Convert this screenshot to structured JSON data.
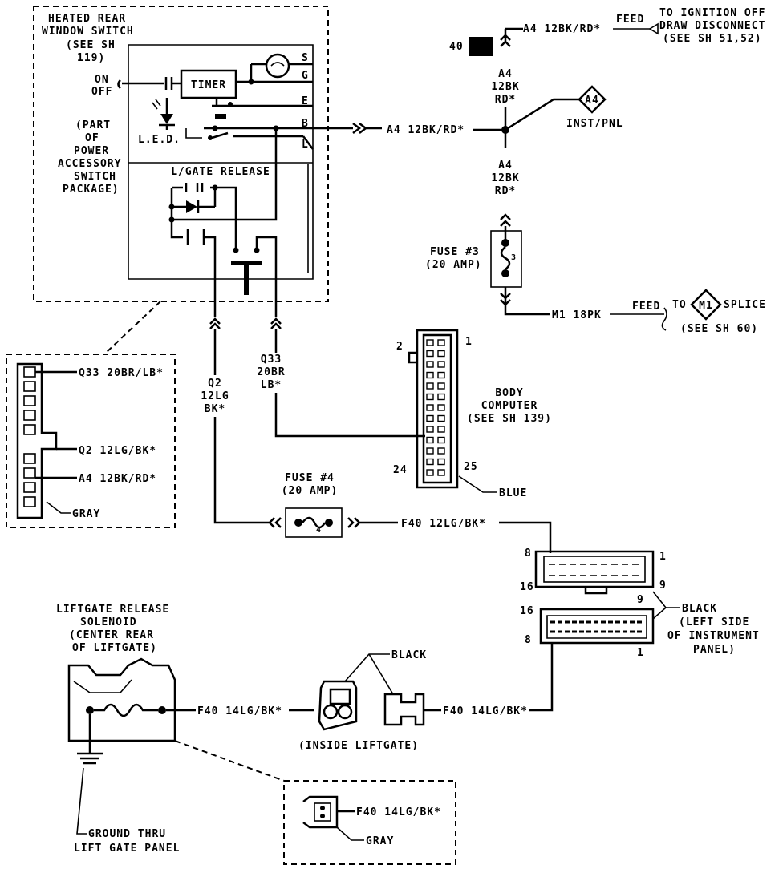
{
  "switch": {
    "title1": "HEATED REAR",
    "title2": "WINDOW SWITCH",
    "see1": "(SEE SH",
    "see2": "119)",
    "on": "ON",
    "off": "OFF",
    "part1": "(PART",
    "part2": "OF",
    "part3": "POWER",
    "part4": "ACCESSORY",
    "part5": "SWITCH",
    "part6": "PACKAGE)",
    "timer": "TIMER",
    "led": "L.E.D.",
    "pin_s": "S",
    "pin_g": "G",
    "pin_e": "E",
    "pin_b": "B",
    "pin_l": "L",
    "lgate": "L/GATE RELEASE"
  },
  "feed": {
    "a4_top": "A4 12BK/RD*",
    "feed_word": "FEED",
    "to_ign1": "TO IGNITION OFF",
    "to_ign2": "DRAW DISCONNECT",
    "to_ign3": "(SEE SH 51,52)",
    "conn_num": "40",
    "a4_v1": "A4",
    "a4_v2": "12BK",
    "a4_v3": "RD*",
    "inst": "INST/PNL",
    "a4_diamond": "A4",
    "a4_h": "A4 12BK/RD*",
    "a4_v4": "A4",
    "a4_v5": "12BK",
    "a4_v6": "RD*",
    "fuse3_1": "FUSE #3",
    "fuse3_2": "(20 AMP)",
    "fuse3_num": "3",
    "m1": "M1 18PK",
    "feed2": "FEED",
    "to": "TO",
    "m1_diamond": "M1",
    "splice": "SPLICE",
    "see60": "(SEE SH 60)"
  },
  "body": {
    "pin1": "1",
    "pin2": "2",
    "pin24": "24",
    "pin25": "25",
    "label1": "BODY",
    "label2": "COMPUTER",
    "label3": "(SEE SH 139)",
    "blue": "BLUE",
    "q33_1": "Q33",
    "q33_2": "20BR",
    "q33_3": "LB*",
    "q2_1": "Q2",
    "q2_2": "12LG",
    "q2_3": "BK*"
  },
  "switch_conn": {
    "q33": "Q33 20BR/LB*",
    "q2": "Q2 12LG/BK*",
    "a4": "A4 12BK/RD*",
    "gray": "GRAY"
  },
  "fuse4": {
    "l1": "FUSE #4",
    "l2": "(20 AMP)",
    "num": "4",
    "f40": "F40 12LG/BK*"
  },
  "ip_conn": {
    "p8a": "8",
    "p1a": "1",
    "p16a": "16",
    "p9a": "9",
    "p9b": "9",
    "p16b": "16",
    "p8b": "8",
    "p1b": "1",
    "black": "BLACK",
    "left1": "(LEFT SIDE",
    "left2": "OF INSTRUMENT",
    "left3": "PANEL)"
  },
  "solenoid": {
    "l1": "LIFTGATE RELEASE",
    "l2": "SOLENOID",
    "l3": "(CENTER REAR",
    "l4": "OF LIFTGATE)",
    "f40a": "F40 14LG/BK*",
    "black": "BLACK",
    "f40b": "F40 14LG/BK*",
    "inside": "(INSIDE LIFTGATE)",
    "ground1": "GROUND THRU",
    "ground2": "LIFT GATE PANEL",
    "f40c": "F40 14LG/BK*",
    "gray": "GRAY"
  }
}
